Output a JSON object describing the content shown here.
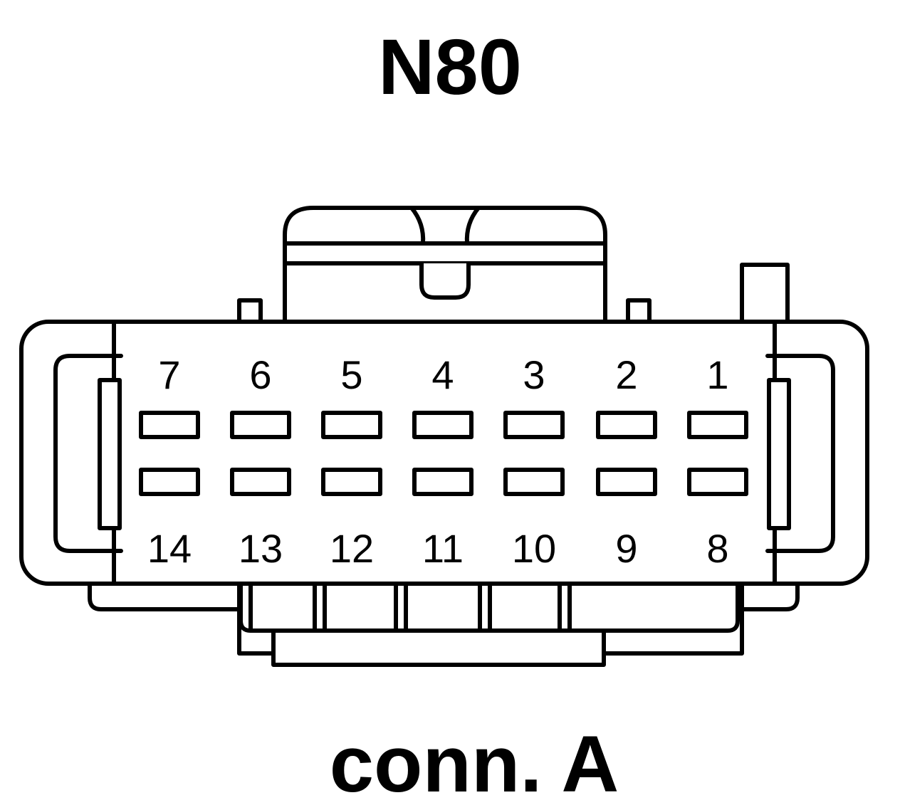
{
  "connector": {
    "name": "N80",
    "label": "conn. A",
    "line_color": "#000000",
    "background": "#ffffff",
    "pins_top_row": [
      "7",
      "6",
      "5",
      "4",
      "3",
      "2",
      "1"
    ],
    "pins_bottom_row": [
      "14",
      "13",
      "12",
      "11",
      "10",
      "9",
      "8"
    ]
  }
}
